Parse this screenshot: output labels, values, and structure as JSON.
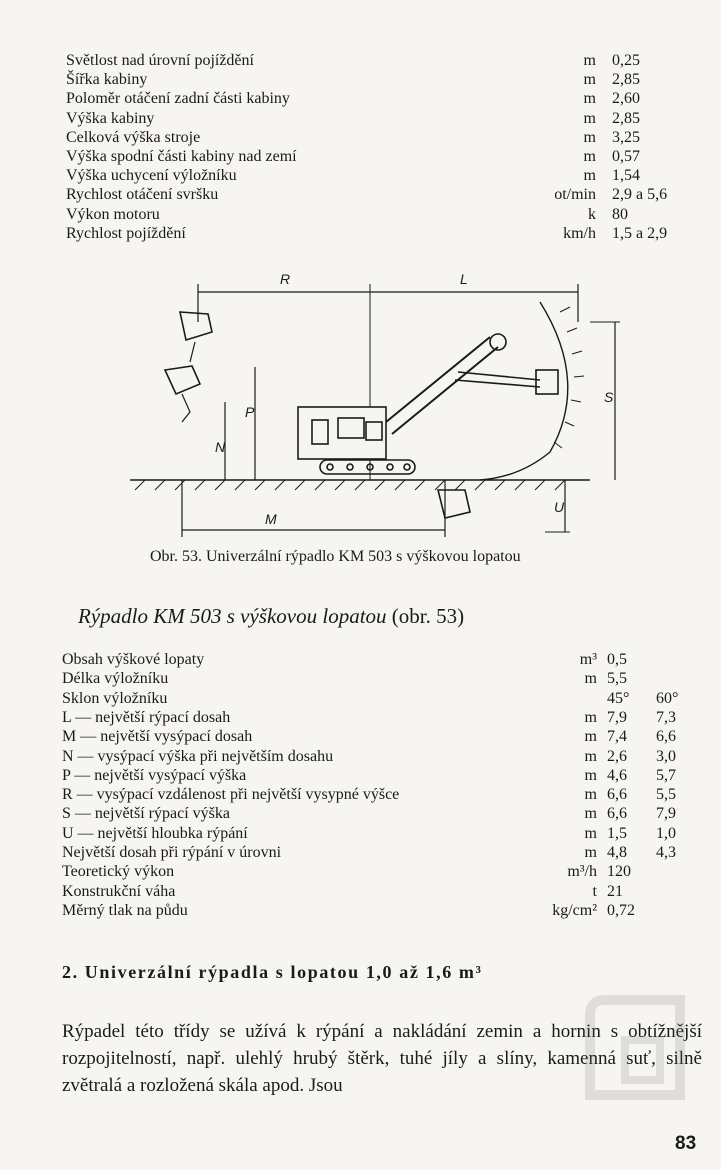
{
  "spec_table_1": [
    {
      "label": "Světlost nad úrovní pojíždění",
      "unit": "m",
      "value": "0,25"
    },
    {
      "label": "Šířka kabiny",
      "unit": "m",
      "value": "2,85"
    },
    {
      "label": "Poloměr otáčení zadní části kabiny",
      "unit": "m",
      "value": "2,60"
    },
    {
      "label": "Výška kabiny",
      "unit": "m",
      "value": "2,85"
    },
    {
      "label": "Celková výška stroje",
      "unit": "m",
      "value": "3,25"
    },
    {
      "label": "Výška spodní části kabiny nad zemí",
      "unit": "m",
      "value": "0,57"
    },
    {
      "label": "Výška uchycení výložníku",
      "unit": "m",
      "value": "1,54"
    },
    {
      "label": "Rychlost otáčení svršku",
      "unit": "ot/min",
      "value": "2,9 a 5,6"
    },
    {
      "label": "Výkon motoru",
      "unit": "k",
      "value": "80"
    },
    {
      "label": "Rychlost pojíždění",
      "unit": "km/h",
      "value": "1,5 a 2,9"
    }
  ],
  "figure": {
    "labels": {
      "R": "R",
      "L": "L",
      "P": "P",
      "N": "N",
      "M": "M",
      "S": "S",
      "U": "U"
    },
    "caption": "Obr. 53. Univerzální rýpadlo KM 503 s výškovou lopatou"
  },
  "subtitle": {
    "italic": "Rýpadlo KM 503 s výškovou lopatou",
    "plain": "(obr. 53)"
  },
  "spec_table_2": [
    {
      "label": "Obsah výškové lopaty",
      "unit": "m³",
      "v1": "0,5",
      "v2": ""
    },
    {
      "label": "Délka výložníku",
      "unit": "m",
      "v1": "5,5",
      "v2": ""
    },
    {
      "label": "Sklon výložníku",
      "unit": "",
      "v1": "45°",
      "v2": "60°"
    },
    {
      "label": "L — největší rýpací dosah",
      "unit": "m",
      "v1": "7,9",
      "v2": "7,3"
    },
    {
      "label": "M — největší vysýpací dosah",
      "unit": "m",
      "v1": "7,4",
      "v2": "6,6"
    },
    {
      "label": "N — vysýpací výška při největším dosahu",
      "unit": "m",
      "v1": "2,6",
      "v2": "3,0"
    },
    {
      "label": "P — největší vysýpací výška",
      "unit": "m",
      "v1": "4,6",
      "v2": "5,7"
    },
    {
      "label": "R — vysýpací vzdálenost při největší vysypné výšce",
      "unit": "m",
      "v1": "6,6",
      "v2": "5,5"
    },
    {
      "label": "S — největší rýpací výška",
      "unit": "m",
      "v1": "6,6",
      "v2": "7,9"
    },
    {
      "label": "U — největší hloubka rýpání",
      "unit": "m",
      "v1": "1,5",
      "v2": "1,0"
    },
    {
      "label": "Největší dosah při rýpání v úrovni",
      "unit": "m",
      "v1": "4,8",
      "v2": "4,3"
    },
    {
      "label": "Teoretický výkon",
      "unit": "m³/h",
      "v1": "120",
      "v2": ""
    },
    {
      "label": "Konstrukční váha",
      "unit": "t",
      "v1": "21",
      "v2": ""
    },
    {
      "label": "Měrný tlak na půdu",
      "unit": "kg/cm²",
      "v1": "0,72",
      "v2": ""
    }
  ],
  "section_heading": "2. Univerzální rýpadla s lopatou 1,0 až 1,6 m³",
  "paragraph": "Rýpadel této třídy se užívá k rýpání a nakládání zemin a hornin s obtížnější rozpojitelností, např. ulehlý hrubý štěrk, tuhé jíly a slíny, kamenná suť, silně zvětralá a rozložená skála apod. Jsou",
  "page_number": "83"
}
